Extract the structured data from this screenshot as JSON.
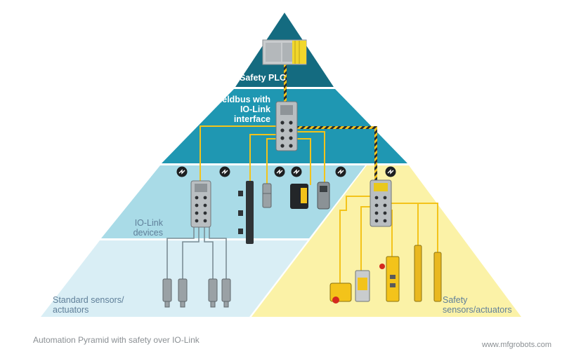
{
  "labels": {
    "safety_plc": "Safety PLC",
    "fieldbus": [
      "Fieldbus with",
      "IO-Link",
      "interface"
    ],
    "io_link_devices": [
      "IO-Link",
      "devices"
    ],
    "standard_sensors": [
      "Standard sensors/",
      "actuators"
    ],
    "safety_sensors": [
      "Safety",
      "sensors/actuators"
    ]
  },
  "caption": "Automation Pyramid with safety over IO-Link",
  "watermark": "www.mfgrobots.com",
  "colors": {
    "plc_tier": "#146b80",
    "fieldbus_tier": "#1f97b2",
    "io_link_tier": "#a9dbe7",
    "sensor_tier": "#d9eef5",
    "safety_tier": "#fbf2a7",
    "cable": "#f3c31a",
    "safety_cable": "#2a2a2a"
  },
  "icons": [
    "io-link-symbol-icon",
    "plc-icon",
    "io-link-master-icon",
    "sensor-icon",
    "light-curtain-icon",
    "emergency-stop-icon"
  ]
}
